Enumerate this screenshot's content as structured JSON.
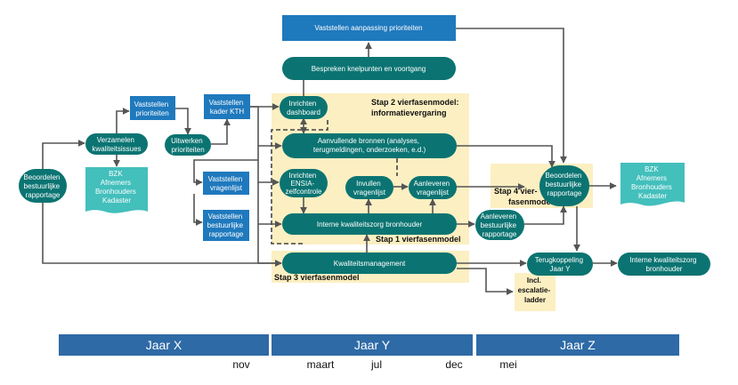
{
  "colors": {
    "teal": "#0b7472",
    "blue": "#1f79bd",
    "lightteal": "#43bfbc",
    "yellow": "#fcefc2",
    "year_bar": "#2e6aa6",
    "arrow": "#555555"
  },
  "nodes": {
    "vaststellen_aanpassing": "Vaststellen aanpassing prioriteiten",
    "bespreken": "Bespreken knelpunten en voortgang",
    "vaststellen_prioriteiten": [
      "Vaststellen",
      "prioriteiten"
    ],
    "vaststellen_kader": [
      "Vaststellen",
      "kader KTH"
    ],
    "verzamelen": [
      "Verzamelen",
      "kwaliteitsissues"
    ],
    "uitwerken": [
      "Uitwerken",
      "prioriteiten"
    ],
    "beoordelen_left": [
      "Beoordelen",
      "bestuurlijke",
      "rapportage"
    ],
    "bzk_left": [
      "BZK",
      "Afnemers",
      "Bronhouders",
      "Kadaster"
    ],
    "vaststellen_vragenlijst": [
      "Vaststellen",
      "vragenlijst"
    ],
    "vaststellen_bestuurlijke": [
      "Vaststellen",
      "bestuurlijke",
      "rapportage"
    ],
    "inrichten_dashboard": [
      "Inrichten",
      "dashboard"
    ],
    "aanvullende_bronnen": [
      "Aanvullende bronnen (analyses,",
      "terugmeldingen, onderzoeken, e.d.)"
    ],
    "inrichten_ensia": [
      "Inrichten",
      "ENSIA-",
      "zelfcontrole"
    ],
    "invullen_vragenlijst": [
      "Invullen",
      "vragenlijst"
    ],
    "aanleveren_vragenlijst": [
      "Aanleveren",
      "vragenlijst"
    ],
    "interne_kwaliteitszorg": "Interne kwaliteitszorg bronhouder",
    "aanleveren_bestuurlijke": [
      "Aanleveren",
      "bestuurlijke",
      "rapportage"
    ],
    "kwaliteitsmanagement": "Kwaliteitsmanagement",
    "beoordelen_right": [
      "Beoordelen",
      "bestuurlijke",
      "rapportage"
    ],
    "bzk_right": [
      "BZK",
      "Afnemers",
      "Bronhouders",
      "Kadaster"
    ],
    "terugkoppeling": [
      "Terugkoppeling",
      "Jaar Y"
    ],
    "interne_kwaliteitszorg_right": [
      "Interne kwaliteitszorg",
      "bronhouder"
    ],
    "escalatieladder": [
      "Incl.",
      "escalatie-",
      "ladder"
    ]
  },
  "stages": {
    "stap2": [
      "Stap 2 vierfasenmodel:",
      "informatievergaring"
    ],
    "stap1": "Stap 1 vierfasenmodel",
    "stap3": "Stap 3 vierfasenmodel",
    "stap4": [
      "Stap 4 vier-",
      "fasenmodel"
    ]
  },
  "timeline": {
    "years": [
      "Jaar X",
      "Jaar Y",
      "Jaar Z"
    ],
    "months": [
      "nov",
      "maart",
      "jul",
      "dec",
      "mei"
    ]
  }
}
